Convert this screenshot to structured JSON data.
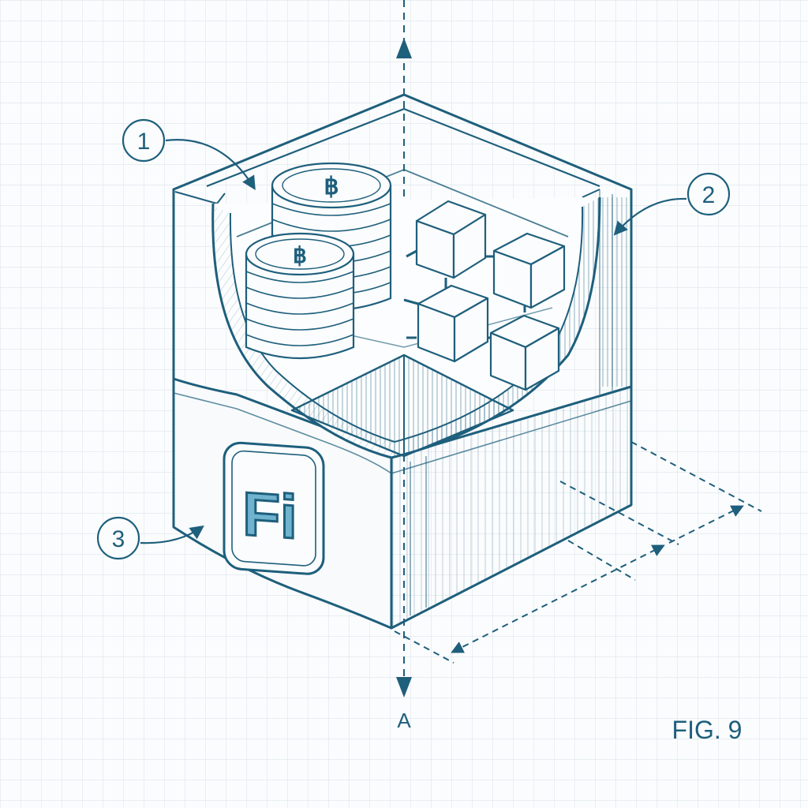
{
  "figure": {
    "label": "FIG. 9",
    "section_marker": "A",
    "callouts": [
      {
        "number": "1",
        "target": "inner-cavity"
      },
      {
        "number": "2",
        "target": "outer-wall"
      },
      {
        "number": "3",
        "target": "front-panel"
      }
    ],
    "logo_text": "Fi",
    "coin_symbol": "฿",
    "colors": {
      "ink": "#1e5f7c",
      "ink_light": "#4f8aa3",
      "grid": "#dde6ec",
      "paper": "#fbfcfd",
      "accent": "#2f8fb5"
    }
  }
}
